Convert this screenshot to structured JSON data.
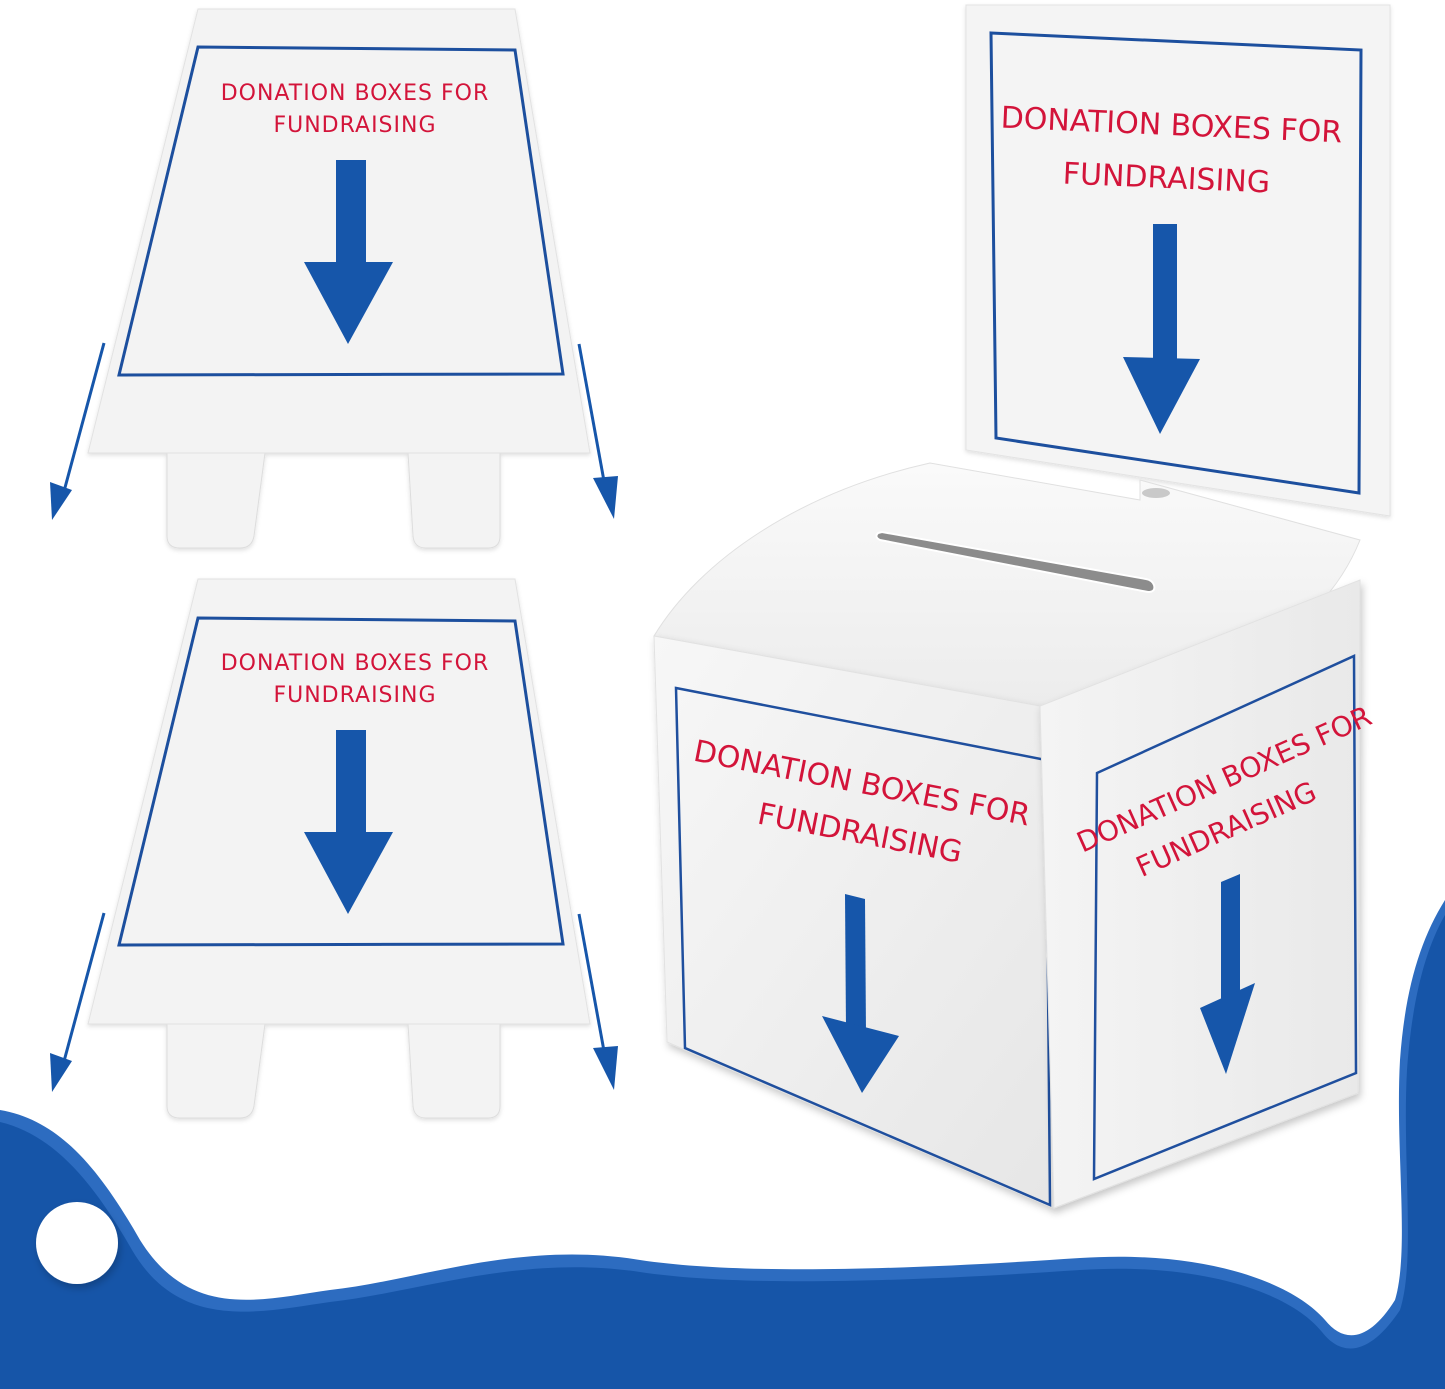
{
  "product": {
    "sign_text_line1": "DONATION BOXES FOR",
    "sign_text_line2": "FUNDRAISING"
  },
  "panels": [
    {
      "name": "flat-sign-top",
      "line1": "DONATION BOXES FOR",
      "line2": "FUNDRAISING"
    },
    {
      "name": "flat-sign-bottom",
      "line1": "DONATION BOXES FOR",
      "line2": "FUNDRAISING"
    },
    {
      "name": "box-header-sign",
      "line1": "DONATION BOXES FOR",
      "line2": "FUNDRAISING"
    },
    {
      "name": "box-front-face",
      "line1": "DONATION BOXES FOR",
      "line2": "FUNDRAISING"
    },
    {
      "name": "box-side-face",
      "line1": "DONATION BOXES FOR",
      "line2": "FUNDRAISING"
    }
  ],
  "colors": {
    "text_red": "#d3143a",
    "border_blue": "#1f4f9e",
    "arrow_blue": "#1656aa",
    "wave_blue": "#1655a8",
    "wave_highlight": "#2d6cc0",
    "panel_white": "#f3f3f3",
    "slot_gray": "#8c8c8c"
  }
}
